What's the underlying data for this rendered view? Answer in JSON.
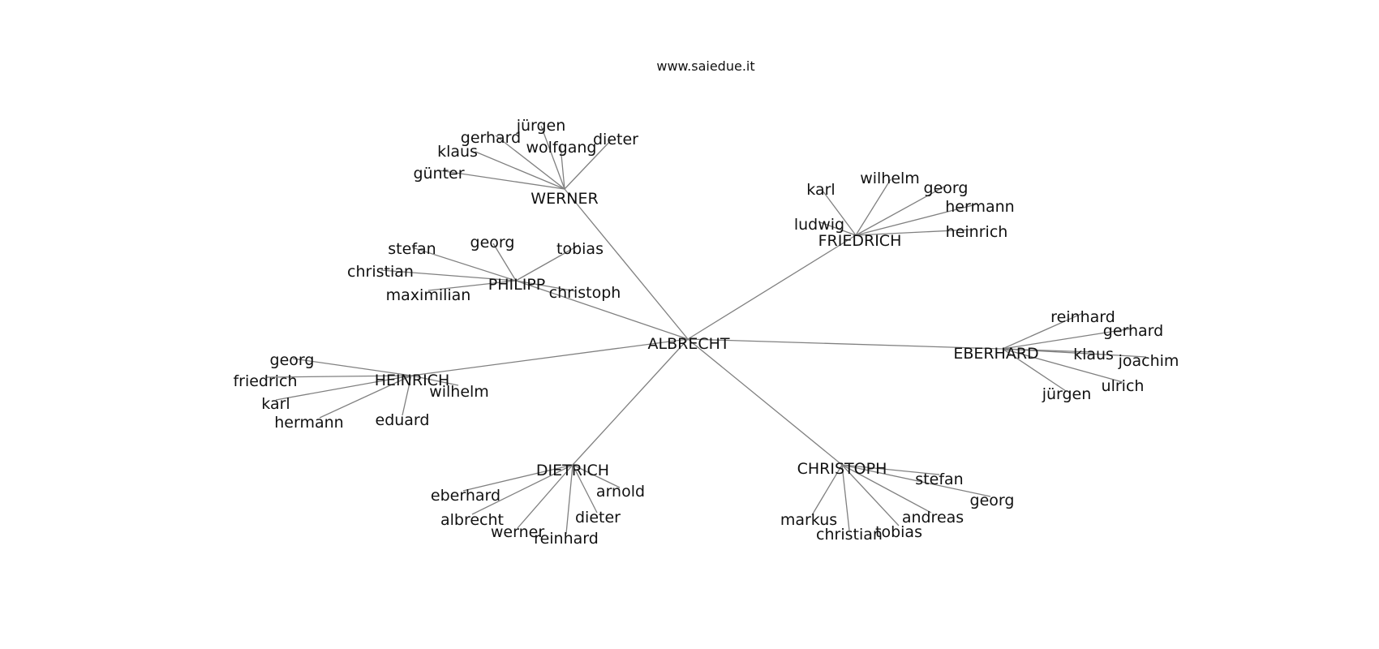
{
  "caption": "www.saiedue.it",
  "graph": {
    "root": "ALBRECHT",
    "groups": [
      {
        "name": "WERNER",
        "children": [
          "günter",
          "klaus",
          "gerhard",
          "jürgen",
          "wolfgang",
          "dieter"
        ]
      },
      {
        "name": "FRIEDRICH",
        "children": [
          "karl",
          "wilhelm",
          "georg",
          "hermann",
          "heinrich",
          "ludwig"
        ]
      },
      {
        "name": "PHILIPP",
        "children": [
          "stefan",
          "georg",
          "tobias",
          "christian",
          "maximilian",
          "christoph"
        ]
      },
      {
        "name": "EBERHARD",
        "children": [
          "reinhard",
          "gerhard",
          "klaus",
          "joachim",
          "ulrich",
          "jürgen"
        ]
      },
      {
        "name": "HEINRICH",
        "children": [
          "georg",
          "friedrich",
          "karl",
          "hermann",
          "eduard",
          "wilhelm"
        ]
      },
      {
        "name": "DIETRICH",
        "children": [
          "eberhard",
          "albrecht",
          "werner",
          "reinhard",
          "dieter",
          "arnold"
        ]
      },
      {
        "name": "CHRISTOPH",
        "children": [
          "stefan",
          "georg",
          "andreas",
          "tobias",
          "christian",
          "markus"
        ]
      }
    ]
  }
}
